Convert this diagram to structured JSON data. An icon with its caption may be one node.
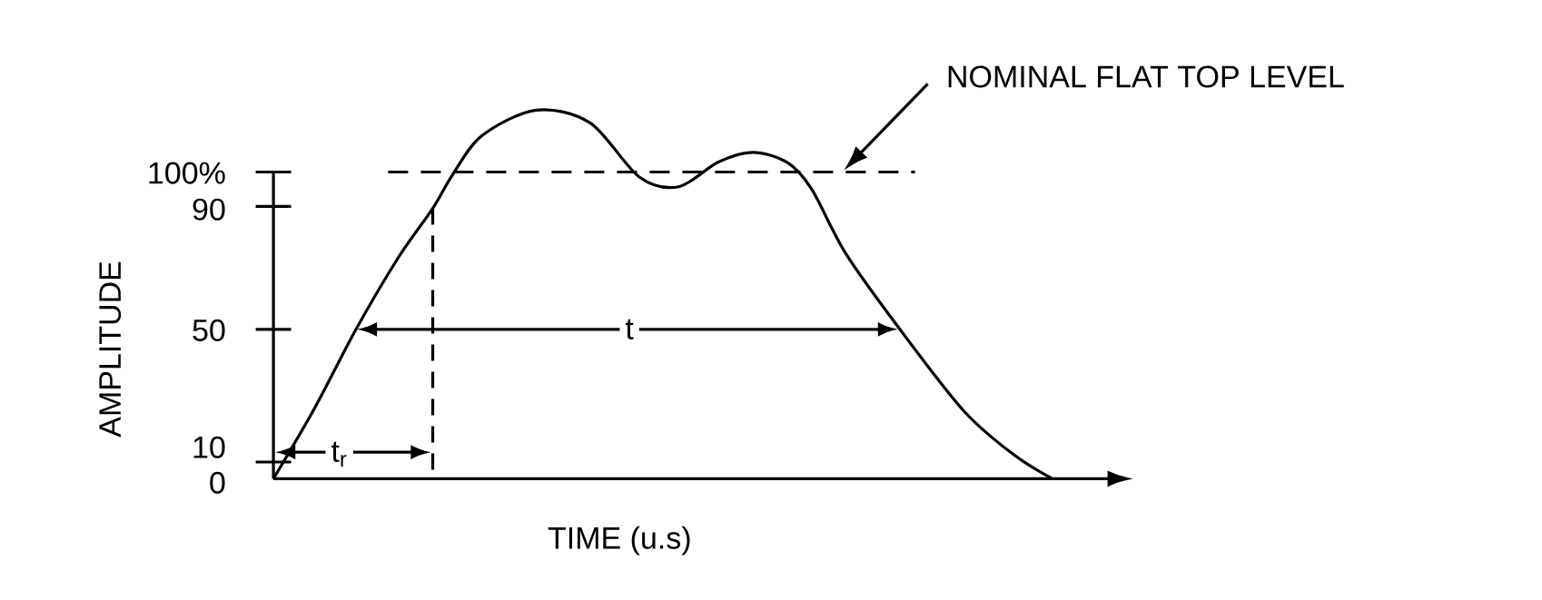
{
  "diagram": {
    "nodes": [
      {
        "text": [
          "NOMINAL FLAT TOP LEVEL"
        ]
      },
      {
        "text": [],
        "shape": "line"
      }
    ],
    "edges": [
      {
        "from": 0,
        "to": 1,
        "arrow": "to"
      }
    ],
    "labels": [
      "100%",
      "90",
      "AMPLITUDE",
      "50",
      "t",
      "10",
      "t$_{r}$",
      "0",
      "TIME (u.s)"
    ]
  }
}
